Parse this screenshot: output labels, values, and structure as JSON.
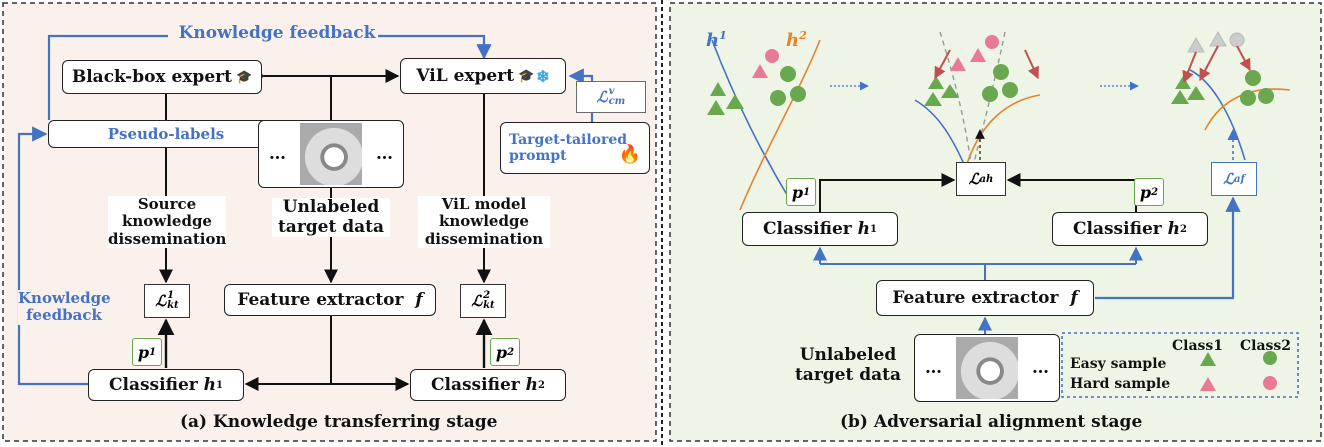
{
  "panel_a": {
    "title": "(a) Knowledge transferring stage",
    "knowledge_feedback_top": "Knowledge feedback",
    "knowledge_feedback_left_1": "Knowledge",
    "knowledge_feedback_left_2": "feedback",
    "black_box_expert": "Black-box expert",
    "vil_expert": "ViL expert",
    "pseudo_labels": "Pseudo-labels",
    "loss_cm_sym": "ℒ",
    "loss_cm_sup": "v",
    "loss_cm_sub": "cm",
    "target_prompt_1": "Target-tailored",
    "target_prompt_2": "prompt",
    "ellipsis": "…",
    "source_diss_1": "Source",
    "source_diss_2": "knowledge",
    "source_diss_3": "dissemination",
    "unlabeled_1": "Unlabeled",
    "unlabeled_2": "target data",
    "vil_diss_1": "ViL model",
    "vil_diss_2": "knowledge",
    "vil_diss_3": "dissemination",
    "loss_kt1_sym": "ℒ",
    "loss_kt1_sup": "1",
    "loss_kt1_sub": "kt",
    "loss_kt2_sym": "ℒ",
    "loss_kt2_sup": "2",
    "loss_kt2_sub": "kt",
    "feature_extractor": "Feature extractor",
    "f_sym": "f",
    "p1": "p",
    "p1_sup": "1",
    "p2": "p",
    "p2_sup": "2",
    "classifier_1": "Classifier",
    "classifier_2": "Classifier",
    "h_sym": "h",
    "h1_sup": "1",
    "h2_sup": "2"
  },
  "panel_b": {
    "title": "(b) Adversarial alignment stage",
    "h1_label": "h",
    "h1_sup": "1",
    "h2_label": "h",
    "h2_sup": "2",
    "loss_ah_sym": "ℒ",
    "loss_ah_sub": "ah",
    "loss_af_sym": "ℒ",
    "loss_af_sub": "af",
    "p1": "p",
    "p1_sup": "1",
    "p2": "p",
    "p2_sup": "2",
    "classifier_1": "Classifier",
    "classifier_2": "Classifier",
    "h_sym": "h",
    "feature_extractor": "Feature extractor",
    "f_sym": "f",
    "unlabeled_1": "Unlabeled",
    "unlabeled_2": "target data",
    "ellipsis": "…",
    "legend": {
      "class1": "Class1",
      "class2": "Class2",
      "easy": "Easy sample",
      "hard": "Hard sample"
    }
  },
  "colors": {
    "blue": "#4472c4",
    "orange": "#e8832a",
    "green": "#6aa84f",
    "pink": "#e87a95",
    "red_arrow": "#c0504d",
    "panel_a_bg": "#fbf1ec",
    "panel_b_bg": "#eef5e6"
  },
  "icons": [
    "mortarboard-icon",
    "snowflake-icon",
    "fire-icon",
    "cat-image"
  ]
}
